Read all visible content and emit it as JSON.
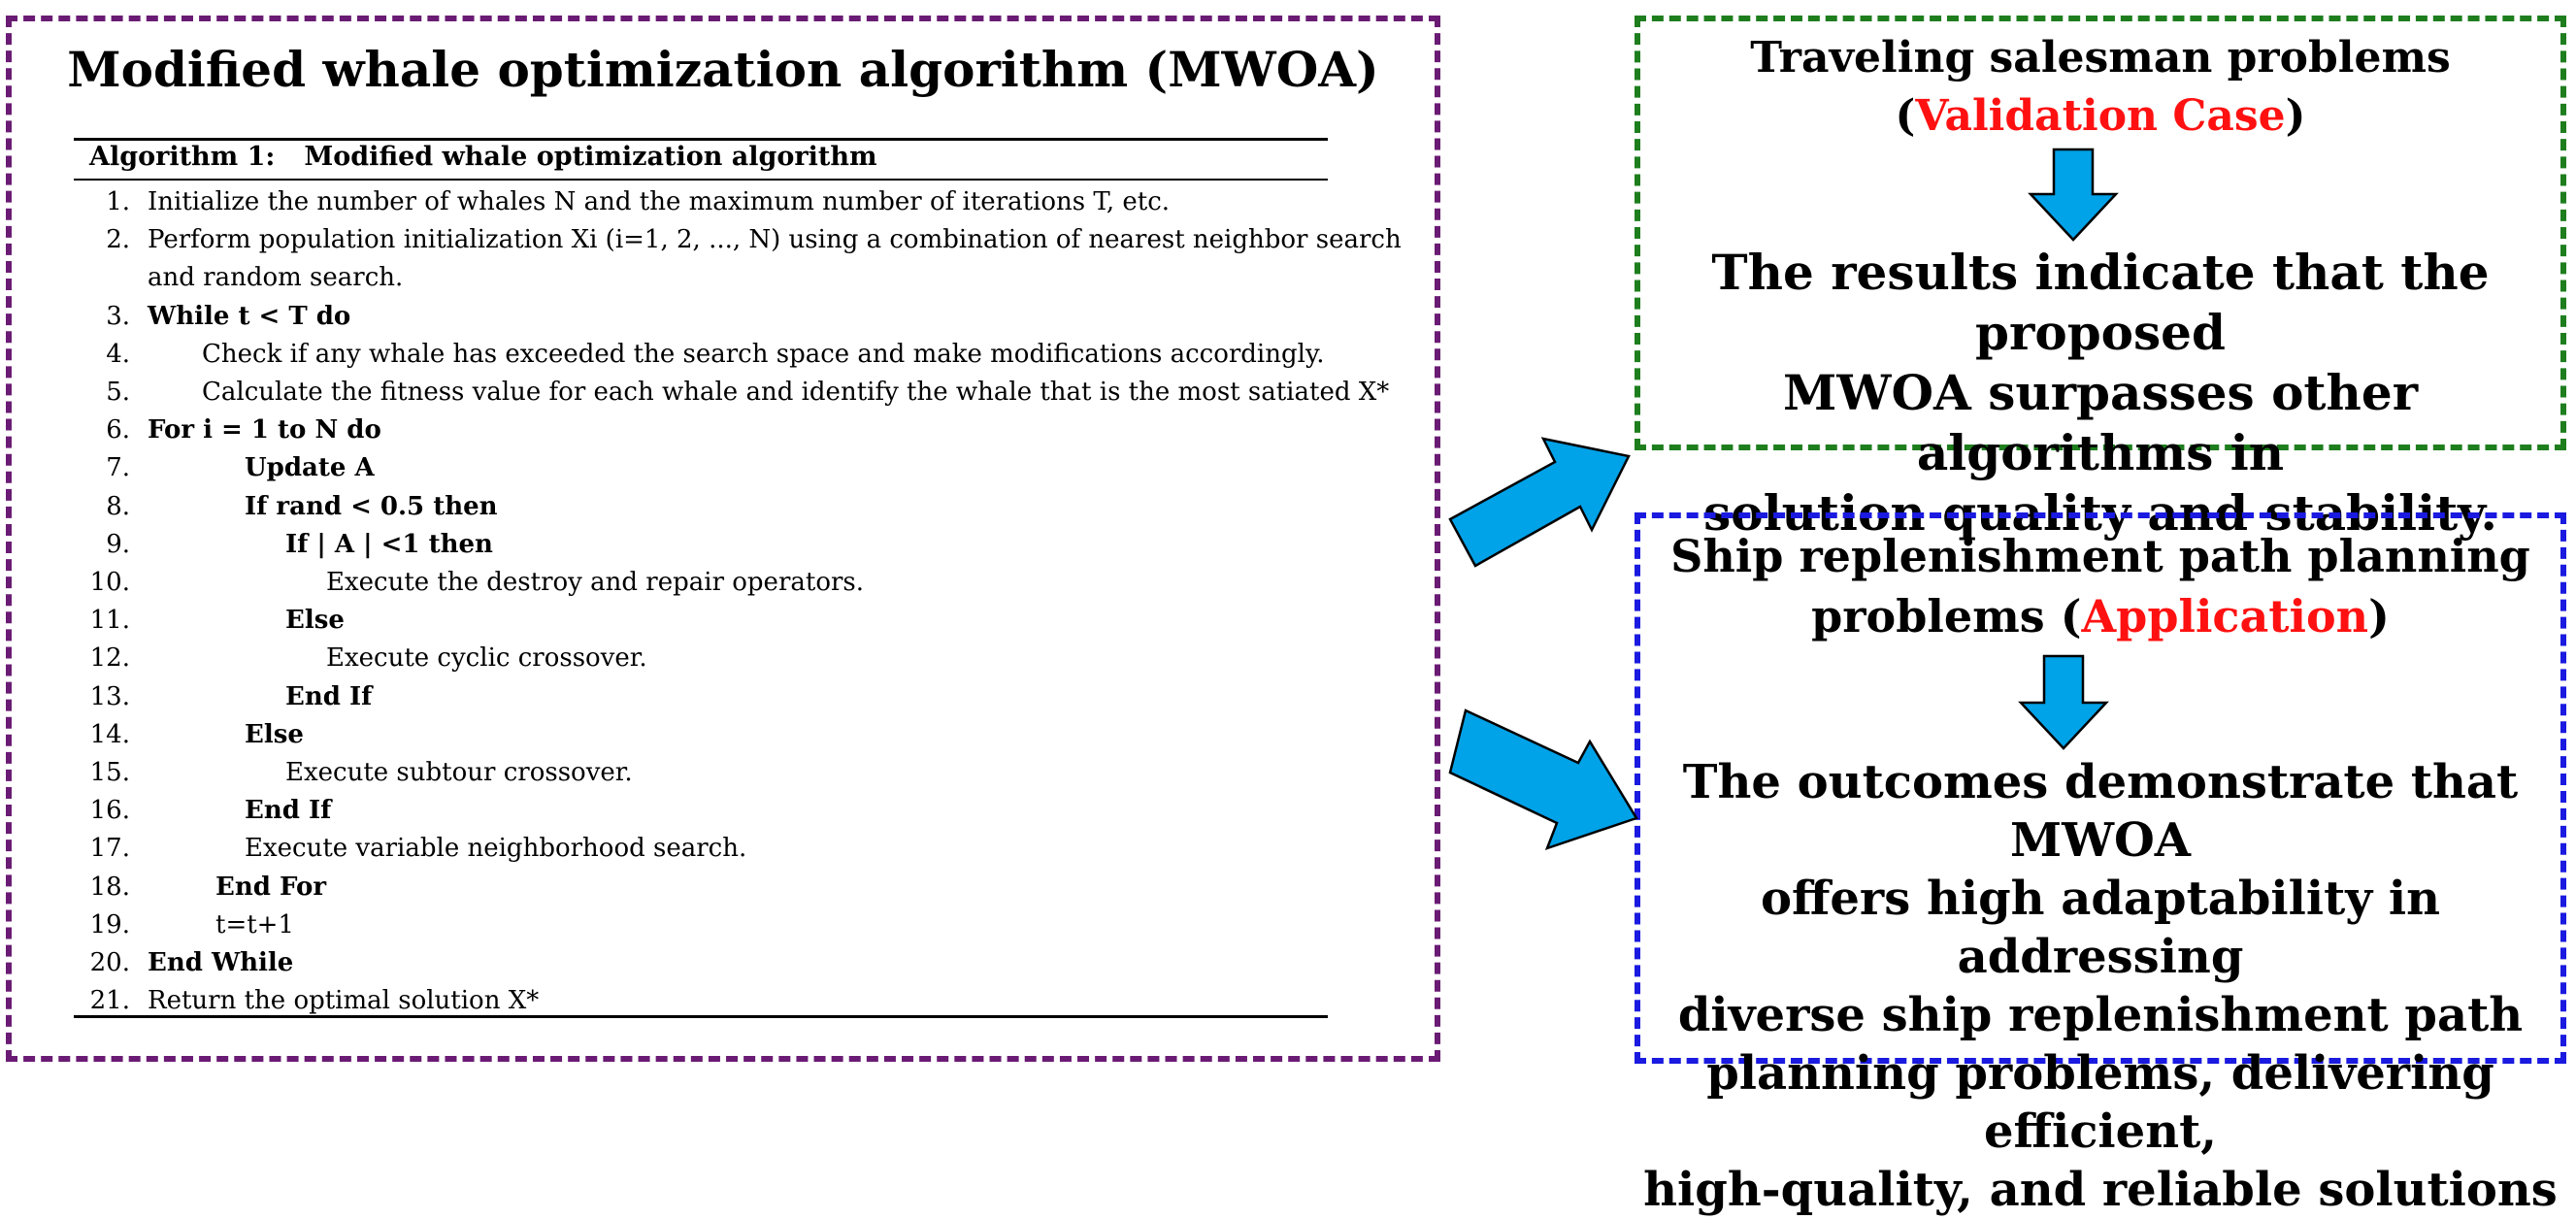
{
  "algorithm_panel": {
    "title": "Modified whale optimization algorithm (MWOA)",
    "header_label": "Algorithm 1:",
    "header_name": "Modified whale optimization algorithm",
    "steps": [
      {
        "num": "1.",
        "text": "Initialize the number of whales N and the maximum number of iterations T, etc."
      },
      {
        "num": "2.",
        "text": "Perform population initialization Xi (i=1, 2, ..., N) using a combination of nearest neighbor search"
      },
      {
        "num": "",
        "text": "and random search."
      },
      {
        "num": "3.",
        "text": "While t < T do"
      },
      {
        "num": "4.",
        "text": "Check if any whale has exceeded the search space and make modifications accordingly."
      },
      {
        "num": "5.",
        "text": "Calculate the fitness value for each whale and identify the whale that is the most satiated X*"
      },
      {
        "num": "6.",
        "text": "For i = 1 to N do"
      },
      {
        "num": "7.",
        "text": "Update A"
      },
      {
        "num": "8.",
        "text": "If rand < 0.5 then"
      },
      {
        "num": "9.",
        "text": "If | A | <1 then"
      },
      {
        "num": "10.",
        "text": "Execute the destroy and repair operators."
      },
      {
        "num": "11.",
        "text": "Else"
      },
      {
        "num": "12.",
        "text": "Execute cyclic crossover."
      },
      {
        "num": "13.",
        "text": "End If"
      },
      {
        "num": "14.",
        "text": "Else"
      },
      {
        "num": "15.",
        "text": "Execute subtour crossover."
      },
      {
        "num": "16.",
        "text": "End If"
      },
      {
        "num": "17.",
        "text": "Execute variable neighborhood search."
      },
      {
        "num": "18.",
        "text": "End For"
      },
      {
        "num": "19.",
        "text": "t=t+1"
      },
      {
        "num": "20.",
        "text": "End While"
      },
      {
        "num": "21.",
        "text": "Return the optimal solution X*"
      }
    ]
  },
  "tsp_panel": {
    "heading_line1": "Traveling salesman problems",
    "heading_open": "(",
    "heading_highlight": "Validation Case",
    "heading_close": ")",
    "result_line1": "The results indicate that the proposed",
    "result_line2": "MWOA surpasses other algorithms in",
    "result_line3": "solution quality and stability."
  },
  "ship_panel": {
    "heading_line1": "Ship replenishment path planning",
    "heading_prefix": "problems (",
    "heading_highlight": "Application",
    "heading_close": ")",
    "result_line1": "The outcomes demonstrate that MWOA",
    "result_line2": "offers high adaptability in addressing",
    "result_line3": "diverse ship replenishment path",
    "result_line4": "planning problems, delivering efficient,",
    "result_line5": "high-quality, and reliable solutions"
  },
  "colors": {
    "algorithm_border": "#6a1b74",
    "validation_border": "#1e7e1e",
    "application_border": "#1a1ae0",
    "arrow_fill": "#00a2e8",
    "highlight_text": "#ff1111"
  },
  "icons": [
    "down-arrow-icon",
    "right-arrow-icon"
  ]
}
